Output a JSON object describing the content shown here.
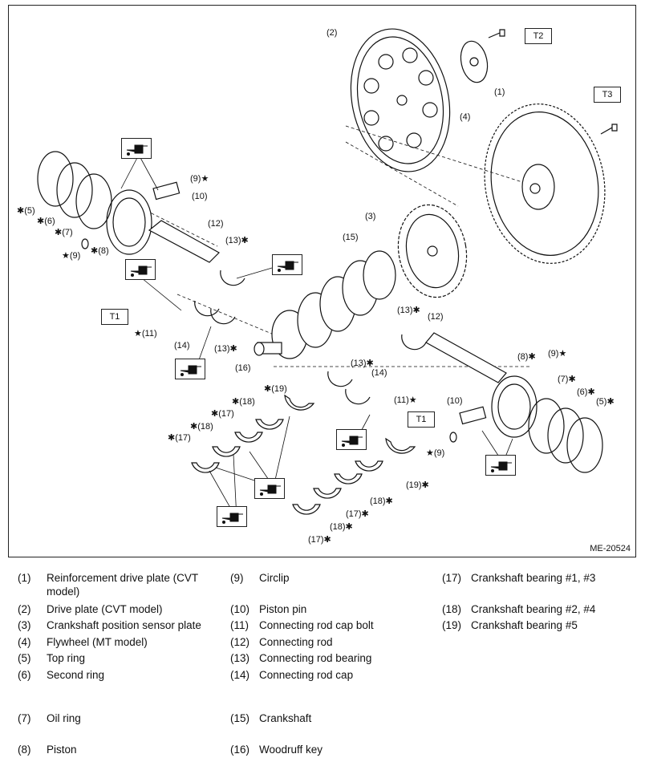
{
  "figure": {
    "id": "ME-20524",
    "torque_labels": [
      "T2",
      "T3",
      "T1",
      "T1"
    ],
    "callouts": [
      "(2)",
      "(1)",
      "(4)",
      "(3)",
      "(15)",
      "(9)★",
      "(10)",
      "(12)",
      "(13)✱",
      "✱(5)",
      "✱(6)",
      "✱(7)",
      "★(9)",
      "✱(8)",
      "★(11)",
      "(14)",
      "(13)✱",
      "(16)",
      "(13)✱",
      "(14)",
      "(13)✱",
      "(12)",
      "(8)✱",
      "(9)★",
      "(7)✱",
      "(6)✱",
      "(5)✱",
      "(11)★",
      "(10)",
      "★(9)",
      "✱(19)",
      "✱(18)",
      "✱(17)",
      "✱(18)",
      "✱(17)",
      "(19)✱",
      "(18)✱",
      "(17)✱",
      "(18)✱",
      "(17)✱"
    ]
  },
  "legend": [
    {
      "num": "(1)",
      "text": "Reinforcement drive plate (CVT\nmodel)"
    },
    {
      "num": "(2)",
      "text": "Drive plate (CVT model)"
    },
    {
      "num": "(3)",
      "text": "Crankshaft position sensor plate"
    },
    {
      "num": "(4)",
      "text": "Flywheel (MT model)"
    },
    {
      "num": "(5)",
      "text": "Top ring"
    },
    {
      "num": "(6)",
      "text": "Second ring"
    },
    {
      "num": "(7)",
      "text": "Oil ring"
    },
    {
      "num": "(8)",
      "text": "Piston"
    },
    {
      "num": "(9)",
      "text": "Circlip"
    },
    {
      "num": "(10)",
      "text": "Piston pin"
    },
    {
      "num": "(11)",
      "text": "Connecting rod cap bolt"
    },
    {
      "num": "(12)",
      "text": "Connecting rod"
    },
    {
      "num": "(13)",
      "text": "Connecting rod bearing"
    },
    {
      "num": "(14)",
      "text": "Connecting rod cap"
    },
    {
      "num": "(15)",
      "text": "Crankshaft"
    },
    {
      "num": "(16)",
      "text": "Woodruff key"
    },
    {
      "num": "(17)",
      "text": "Crankshaft bearing #1, #3"
    },
    {
      "num": "(18)",
      "text": "Crankshaft bearing #2, #4"
    },
    {
      "num": "(19)",
      "text": "Crankshaft bearing #5"
    }
  ]
}
